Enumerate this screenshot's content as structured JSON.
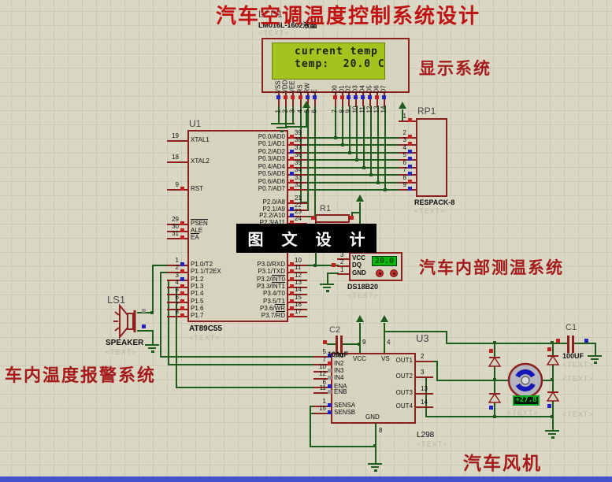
{
  "title": "汽车空调温度控制系统设计",
  "watermark": "图 文 设 计",
  "annotations": {
    "display": "显示系统",
    "sense": "汽车内部测温系统",
    "alarm": "车内温度报警系统",
    "fan": "汽车风机"
  },
  "lcd": {
    "ref": "LCD1",
    "part": "LM016L-1602液晶",
    "text_tag": "<TEXT>",
    "line1": "current temp",
    "line2": "temp:  20.0 C",
    "pins": [
      {
        "n": "VSS",
        "num": "1",
        "sq": "b"
      },
      {
        "n": "VDD",
        "num": "2",
        "sq": "r"
      },
      {
        "n": "VEE",
        "num": "3",
        "sq": "r"
      },
      {
        "n": "RS",
        "num": "4",
        "sq": "r"
      },
      {
        "n": "RW",
        "num": "5",
        "sq": "b"
      },
      {
        "n": "E",
        "num": "6",
        "sq": "b"
      },
      {
        "n": "D0",
        "num": "7",
        "sq": "r"
      },
      {
        "n": "D1",
        "num": "8",
        "sq": "r"
      },
      {
        "n": "D2",
        "num": "9",
        "sq": "b"
      },
      {
        "n": "D3",
        "num": "10",
        "sq": "b"
      },
      {
        "n": "D4",
        "num": "11",
        "sq": "b"
      },
      {
        "n": "D5",
        "num": "12",
        "sq": "b"
      },
      {
        "n": "D6",
        "num": "13",
        "sq": "r"
      },
      {
        "n": "D7",
        "num": "14",
        "sq": "b"
      }
    ]
  },
  "mcu": {
    "ref": "U1",
    "part": "AT89C55",
    "text_tag": "<TEXT>",
    "left_pins": [
      {
        "num": "19",
        "name": "XTAL1"
      },
      {
        "num": "18",
        "name": "XTAL2"
      },
      {
        "num": "9",
        "name": "RST",
        "sq": "r"
      },
      {
        "num": "29",
        "name": "",
        "bar": "PSEN",
        "sq": "r"
      },
      {
        "num": "30",
        "name": "ALE",
        "sq": "r"
      },
      {
        "num": "31",
        "name": "",
        "bar": "EA",
        "sq": "r"
      },
      {
        "num": "1",
        "name": "P1.0/T2",
        "sq": "b"
      },
      {
        "num": "2",
        "name": "P1.1/T2EX",
        "sq": "r"
      },
      {
        "num": "3",
        "name": "P1.2",
        "sq": "b"
      },
      {
        "num": "4",
        "name": "P1.3",
        "sq": "r"
      },
      {
        "num": "5",
        "name": "P1.4",
        "sq": "r"
      },
      {
        "num": "6",
        "name": "P1.5",
        "sq": "r"
      },
      {
        "num": "7",
        "name": "P1.6",
        "sq": "r"
      },
      {
        "num": "8",
        "name": "P1.7",
        "sq": "r"
      }
    ],
    "right_pins": [
      {
        "num": "39",
        "name": "P0.0/AD0",
        "sq": "r"
      },
      {
        "num": "38",
        "name": "P0.1/AD1",
        "sq": "r"
      },
      {
        "num": "37",
        "name": "P0.2/AD2",
        "sq": "b"
      },
      {
        "num": "36",
        "name": "P0.3/AD3",
        "sq": "r"
      },
      {
        "num": "35",
        "name": "P0.4/AD4",
        "sq": "r"
      },
      {
        "num": "34",
        "name": "P0.5/AD5",
        "sq": "b"
      },
      {
        "num": "33",
        "name": "P0.6/AD6",
        "sq": "r"
      },
      {
        "num": "32",
        "name": "P0.7/AD7",
        "sq": "r"
      },
      {
        "num": "21",
        "name": "P2.0/A8",
        "sq": "r"
      },
      {
        "num": "22",
        "name": "P2.1/A9",
        "sq": "b"
      },
      {
        "num": "23",
        "name": "P2.2/A10",
        "sq": "b"
      },
      {
        "num": "24",
        "name": "P2.3/A11",
        "sq": "r"
      },
      {
        "num": "10",
        "name": "P3.0/RXD",
        "sq": "r"
      },
      {
        "num": "11",
        "name": "P3.1/TXD",
        "sq": "r"
      },
      {
        "num": "12",
        "name": "P3.2/",
        "bar": "INT0",
        "sq": "r"
      },
      {
        "num": "13",
        "name": "P3.3/",
        "bar": "INT1",
        "sq": "r"
      },
      {
        "num": "14",
        "name": "P3.4/T0",
        "sq": "r"
      },
      {
        "num": "15",
        "name": "P3.5/T1",
        "sq": "r"
      },
      {
        "num": "16",
        "name": "P3.6/",
        "bar": "WR",
        "sq": "r"
      },
      {
        "num": "17",
        "name": "P3.7/",
        "bar": "RD",
        "sq": "r"
      }
    ]
  },
  "respack": {
    "ref": "RP1",
    "part": "RESPACK-8",
    "text_tag": "<TEXT>",
    "pins": [
      {
        "num": "1",
        "sq": "r"
      },
      {
        "num": "2",
        "sq": "r"
      },
      {
        "num": "3",
        "sq": "r"
      },
      {
        "num": "4",
        "sq": "b"
      },
      {
        "num": "5",
        "sq": "b"
      },
      {
        "num": "6",
        "sq": "b"
      },
      {
        "num": "7",
        "sq": "b"
      },
      {
        "num": "8",
        "sq": "r"
      },
      {
        "num": "9",
        "sq": "b"
      }
    ]
  },
  "r1": {
    "ref": "R1"
  },
  "ds18b20": {
    "part": "DS18B20",
    "text_tag": "<TEXT>",
    "reading": "20.0",
    "pins": [
      {
        "num": "3",
        "name": "VCC"
      },
      {
        "num": "2",
        "name": "DQ",
        "sq": "r"
      },
      {
        "num": "1",
        "name": "GND"
      }
    ]
  },
  "speaker": {
    "ref": "LS1",
    "part": "SPEAKER",
    "text_tag": "<TEXT>"
  },
  "l298": {
    "ref": "U3",
    "part": "L298",
    "text_tag": "<TEXT>",
    "left_pins": [
      {
        "num": "5",
        "name": "IN1",
        "sq": "b"
      },
      {
        "num": "7",
        "name": "IN2",
        "sq": "r"
      },
      {
        "num": "10",
        "name": "IN3",
        "sq": "g"
      },
      {
        "num": "12",
        "name": "IN4",
        "sq": "g"
      },
      {
        "num": "6",
        "name": "ENA",
        "sq": "b"
      },
      {
        "num": "11",
        "name": "ENB",
        "sq": "g"
      },
      {
        "num": "1",
        "name": "SENSA",
        "sq": "b"
      },
      {
        "num": "15",
        "name": "SENSB",
        "sq": "b"
      }
    ],
    "right_pins": [
      {
        "num": "2",
        "name": "OUT1"
      },
      {
        "num": "3",
        "name": "OUT2"
      },
      {
        "num": "13",
        "name": "OUT3"
      },
      {
        "num": "14",
        "name": "OUT4"
      }
    ],
    "top_pins": [
      {
        "num": "9",
        "name": "VCC"
      },
      {
        "num": "4",
        "name": "VS"
      }
    ],
    "bottom_pin": {
      "num": "8",
      "name": "GND"
    }
  },
  "c1": {
    "ref": "C1",
    "value": "100UF",
    "text_tag": "<TEXT>"
  },
  "c2": {
    "ref": "C2",
    "value": "100uF"
  },
  "motor": {
    "reading": "+27.8",
    "text_tag": "<TEXT>"
  },
  "colors": {
    "wire": "#1d5c1d",
    "component": "#8e1f1f",
    "annotation": "#a51b1b",
    "title": "#c01212",
    "state_high": "#c42222",
    "state_low": "#2222c4"
  }
}
